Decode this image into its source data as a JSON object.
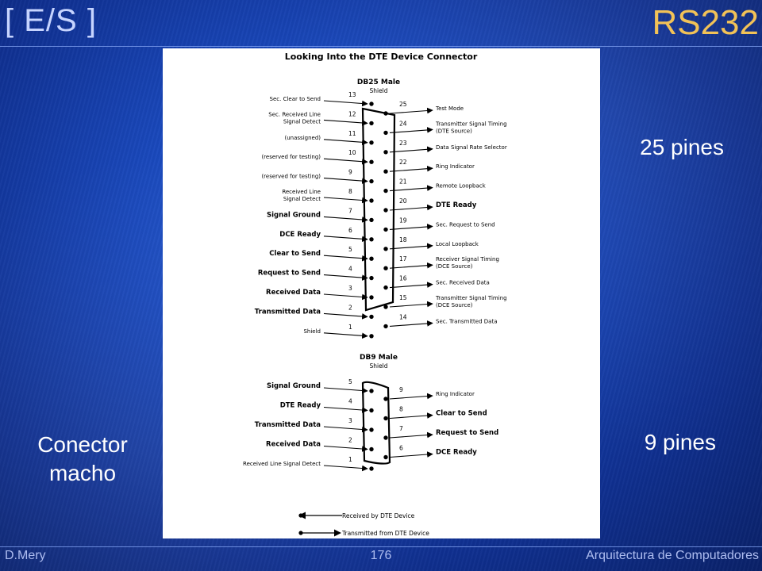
{
  "header": {
    "section": "[ E/S ]",
    "title": "RS232"
  },
  "footer": {
    "author": "D.Mery",
    "page": "176",
    "course": "Arquitectura de Computadores"
  },
  "labels": {
    "pins25": "25 pines",
    "pins9": "9 pines",
    "connector_line1": "Conector",
    "connector_line2": "macho"
  },
  "diagram": {
    "title": "Looking Into the DTE Device Connector",
    "db25": {
      "name": "DB25 Male",
      "shield": "Shield",
      "left": [
        {
          "pin": "13",
          "label": "Sec. Clear to Send"
        },
        {
          "pin": "12",
          "label": "Sec. Received Line",
          "label2": "Signal Detect"
        },
        {
          "pin": "11",
          "label": "(unassigned)"
        },
        {
          "pin": "10",
          "label": "(reserved for testing)"
        },
        {
          "pin": "9",
          "label": "(reserved for testing)"
        },
        {
          "pin": "8",
          "label": "Received Line",
          "label2": "Signal Detect"
        },
        {
          "pin": "7",
          "label": "Signal Ground"
        },
        {
          "pin": "6",
          "label": "DCE Ready"
        },
        {
          "pin": "5",
          "label": "Clear to Send"
        },
        {
          "pin": "4",
          "label": "Request to Send"
        },
        {
          "pin": "3",
          "label": "Received Data"
        },
        {
          "pin": "2",
          "label": "Transmitted Data"
        },
        {
          "pin": "1",
          "label": "Shield"
        }
      ],
      "right": [
        {
          "pin": "25",
          "label": "Test Mode"
        },
        {
          "pin": "24",
          "label": "Transmitter Signal Timing",
          "label2": "(DTE Source)"
        },
        {
          "pin": "23",
          "label": "Data Signal Rate Selector"
        },
        {
          "pin": "22",
          "label": "Ring Indicator"
        },
        {
          "pin": "21",
          "label": "Remote Loopback"
        },
        {
          "pin": "20",
          "label": "DTE Ready"
        },
        {
          "pin": "19",
          "label": "Sec. Request to Send"
        },
        {
          "pin": "18",
          "label": "Local Loopback"
        },
        {
          "pin": "17",
          "label": "Receiver Signal Timing",
          "label2": "(DCE Source)"
        },
        {
          "pin": "16",
          "label": "Sec. Received Data"
        },
        {
          "pin": "15",
          "label": "Transmitter Signal Timing",
          "label2": "(DCE Source)"
        },
        {
          "pin": "14",
          "label": "Sec. Transmitted Data"
        }
      ]
    },
    "db9": {
      "name": "DB9 Male",
      "shield": "Shield",
      "left": [
        {
          "pin": "5",
          "label": "Signal Ground"
        },
        {
          "pin": "4",
          "label": "DTE Ready"
        },
        {
          "pin": "3",
          "label": "Transmitted Data"
        },
        {
          "pin": "2",
          "label": "Received Data"
        },
        {
          "pin": "1",
          "label": "Received Line Signal Detect"
        }
      ],
      "right": [
        {
          "pin": "9",
          "label": "Ring Indicator"
        },
        {
          "pin": "8",
          "label": "Clear to Send"
        },
        {
          "pin": "7",
          "label": "Request to Send"
        },
        {
          "pin": "6",
          "label": "DCE Ready"
        }
      ]
    },
    "legend": {
      "received": "Received by DTE Device",
      "transmitted": "Transmitted from DTE Device"
    }
  }
}
